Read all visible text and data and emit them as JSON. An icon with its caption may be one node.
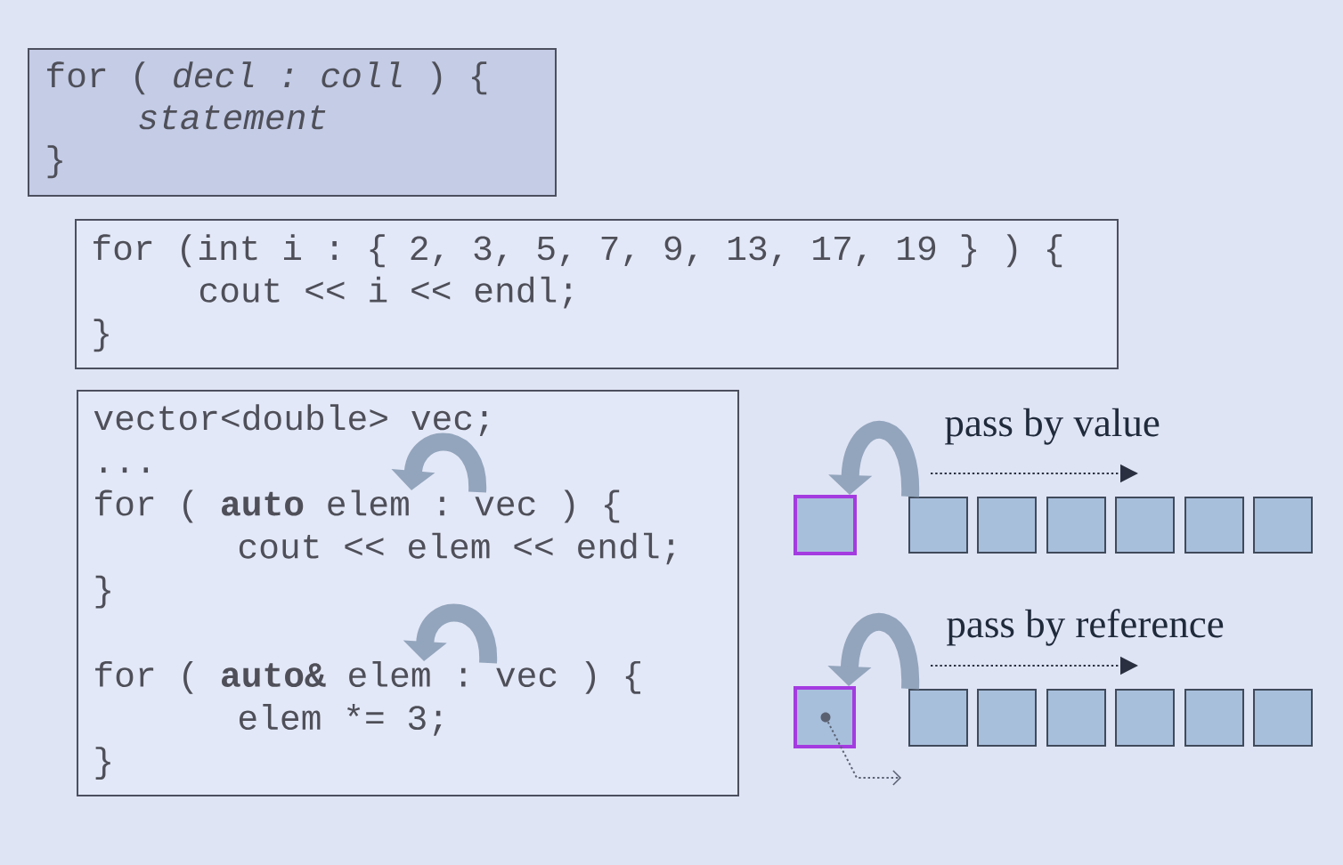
{
  "diagram": {
    "nodes": [
      {
        "text": [
          "for ( *decl : coll* ) {",
          "statement",
          "}"
        ]
      },
      {
        "text": [
          "for (int i : { 2, 3, 5, 7, 9, 13, 17, 19 } ) {",
          "cout << i << endl;",
          "}"
        ]
      },
      {
        "text": [
          "vector<double> vec;",
          "...",
          "for ( **auto** elem : vec ) {",
          "cout << elem << endl;",
          "}",
          "for ( **auto&** elem : vec ) {",
          "elem *= 3;",
          "}"
        ]
      },
      {
        "text": [],
        "shape": "box"
      },
      {
        "text": [],
        "shape": "box"
      },
      {
        "text": [],
        "shape": "box"
      },
      {
        "text": [],
        "shape": "box"
      },
      {
        "text": [],
        "shape": "box"
      },
      {
        "text": [],
        "shape": "box"
      },
      {
        "text": [],
        "shape": "box"
      },
      {
        "text": [],
        "shape": "box"
      },
      {
        "text": [],
        "shape": "circle",
        "in": 10
      },
      {
        "text": [],
        "shape": "box"
      },
      {
        "text": [],
        "shape": "box"
      },
      {
        "text": [],
        "shape": "box"
      },
      {
        "text": [],
        "shape": "box"
      },
      {
        "text": [],
        "shape": "box"
      },
      {
        "text": [],
        "shape": "box"
      }
    ],
    "edges": [
      {
        "from": 4,
        "to": 3,
        "arrow": "to"
      },
      {
        "from": 12,
        "to": 10,
        "arrow": "to"
      },
      {
        "from": 11,
        "to": null,
        "arrow": "to",
        "style": "dashed",
        "color": "#5a6272"
      }
    ],
    "labels": [
      "pass by value",
      "pass by reference"
    ]
  }
}
